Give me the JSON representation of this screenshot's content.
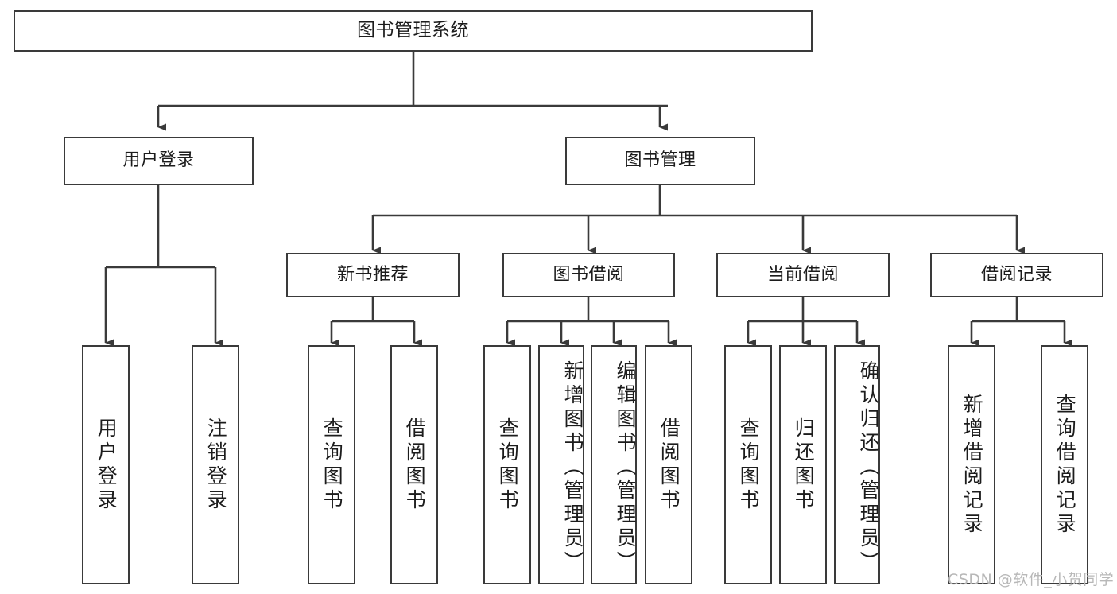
{
  "diagram": {
    "title": "图书管理系统",
    "type": "hierarchy-tree",
    "levels": 4,
    "colors": {
      "stroke": "#3a3a3a",
      "fill": "#ffffff",
      "text": "#1c1c1c",
      "watermark": "#b8b8b8"
    }
  },
  "root": {
    "label": "图书管理系统"
  },
  "level2": [
    {
      "id": "user-login",
      "label": "用户登录"
    },
    {
      "id": "book-manage",
      "label": "图书管理"
    }
  ],
  "level3": [
    {
      "id": "new-book-rec",
      "label": "新书推荐"
    },
    {
      "id": "book-borrow",
      "label": "图书借阅"
    },
    {
      "id": "current-borrow",
      "label": "当前借阅"
    },
    {
      "id": "borrow-record",
      "label": "借阅记录"
    }
  ],
  "leaves": {
    "user_login": [
      {
        "id": "leaf-user-login",
        "label": "用户登录"
      },
      {
        "id": "leaf-logout-login",
        "label": "注销登录"
      }
    ],
    "new_book_rec": [
      {
        "id": "leaf-query-book-1",
        "label": "查询图书"
      },
      {
        "id": "leaf-borrow-book-1",
        "label": "借阅图书"
      }
    ],
    "book_borrow": [
      {
        "id": "leaf-query-book-2",
        "label": "查询图书"
      },
      {
        "id": "leaf-add-book",
        "label": "新增图书（管理员）"
      },
      {
        "id": "leaf-edit-book",
        "label": "编辑图书（管理员）"
      },
      {
        "id": "leaf-borrow-book-2",
        "label": "借阅图书"
      }
    ],
    "current_borrow": [
      {
        "id": "leaf-query-book-3",
        "label": "查询图书"
      },
      {
        "id": "leaf-return-book",
        "label": "归还图书"
      },
      {
        "id": "leaf-confirm-return",
        "label": "确认归还（管理员）"
      }
    ],
    "borrow_record": [
      {
        "id": "leaf-add-record",
        "label": "新增借阅记录"
      },
      {
        "id": "leaf-query-record",
        "label": "查询借阅记录"
      }
    ]
  },
  "watermark": {
    "text": "CSDN @软件_小贺同学"
  }
}
